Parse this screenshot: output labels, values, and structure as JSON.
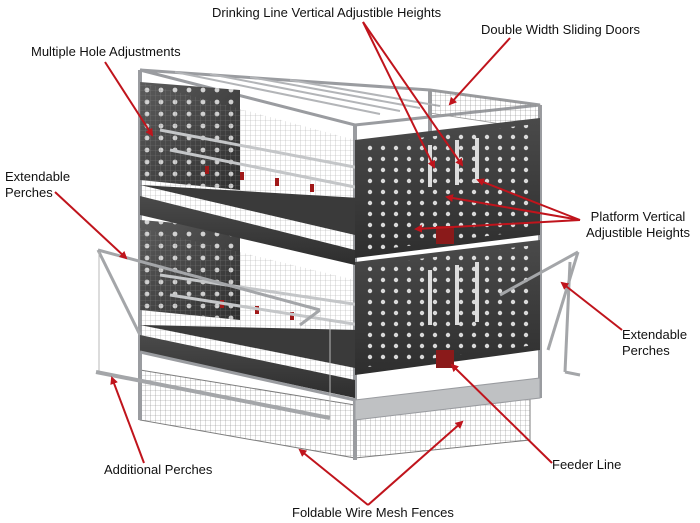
{
  "labels": {
    "drinking_line": "Drinking Line Vertical Adjustible Heights",
    "double_doors": "Double Width Sliding Doors",
    "multiple_hole": "Multiple Hole Adjustments",
    "extendable_left_1": "Extendable",
    "extendable_left_2": "Perches",
    "platform_1": "Platform Vertical",
    "platform_2": "Adjustible Heights",
    "extendable_right_1": "Extendable",
    "extendable_right_2": "Perches",
    "feeder_line": "Feeder Line",
    "additional_perches": "Additional Perches",
    "foldable_fences": "Foldable Wire Mesh Fences"
  },
  "colors": {
    "arrow": "#c0141c",
    "panel_dark": "#3e3e3e",
    "panel_mid": "#5a5a5a",
    "frame": "#8d8f92",
    "feeder": "#8a1a1a",
    "mesh": "#7d7d7d"
  }
}
